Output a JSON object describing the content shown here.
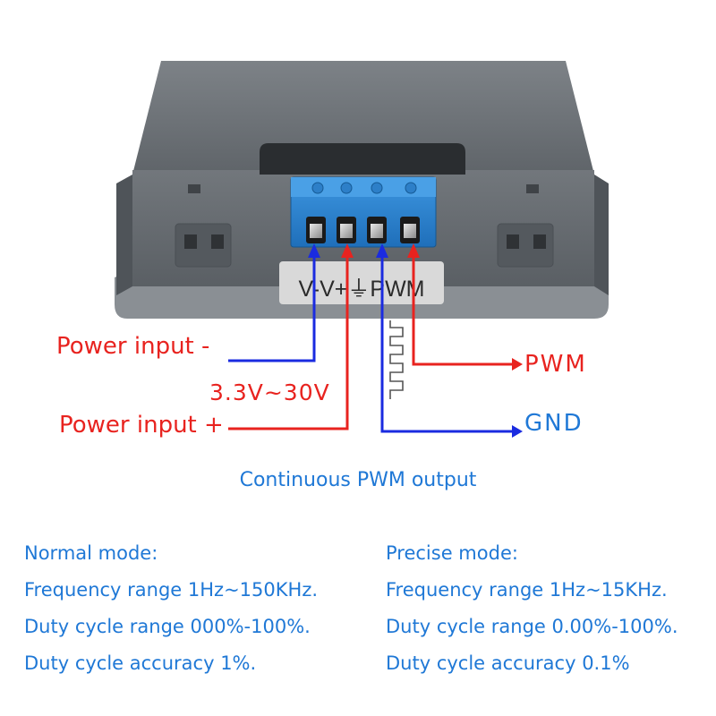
{
  "terminal_label": "V-V+⏚PWM",
  "labels": {
    "power_input_neg": "Power input -",
    "voltage_range": "3.3V~30V",
    "power_input_pos": "Power input +",
    "pwm": "PWM",
    "gnd": "GND"
  },
  "caption": "Continuous PWM output",
  "normal_mode": {
    "title": "Normal mode:",
    "frequency": "Frequency range 1Hz~150KHz.",
    "duty_range": "Duty cycle range 000%-100%.",
    "duty_accuracy": "Duty cycle accuracy 1%."
  },
  "precise_mode": {
    "title": "Precise mode:",
    "frequency": "Frequency range 1Hz~15KHz.",
    "duty_range": "Duty cycle range 0.00%-100%.",
    "duty_accuracy": "Duty cycle accuracy 0.1%"
  },
  "colors": {
    "red": "#e8231f",
    "blue": "#1f78d6",
    "wire_blue": "#1a2be0",
    "case_gray": "#6e7378",
    "terminal_blue": "#2f86d3"
  }
}
